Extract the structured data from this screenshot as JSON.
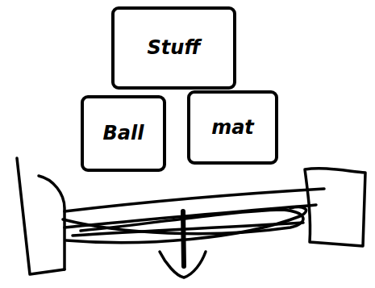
{
  "diagram": {
    "nodes": [
      {
        "text": [
          "Stuff"
        ]
      },
      {
        "text": [
          "Ball"
        ]
      },
      {
        "text": [
          "mat"
        ]
      }
    ]
  }
}
